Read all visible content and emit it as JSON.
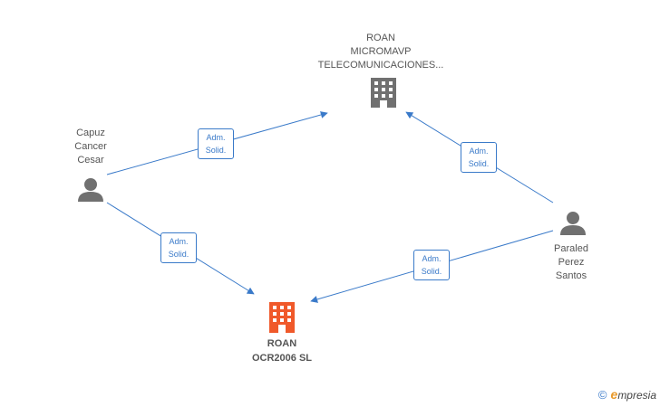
{
  "nodes": {
    "company_top": {
      "lines": "ROAN\nMICROMAVP\nTELECOMUNICACIONES..."
    },
    "company_main": {
      "lines": "ROAN\nOCR2006 SL"
    },
    "person_left": {
      "lines": "Capuz\nCancer\nCesar"
    },
    "person_right": {
      "lines": "Paraled\nPerez\nSantos"
    }
  },
  "edges": [
    {
      "from": "person_left",
      "to": "company_top",
      "line1": "Adm.",
      "line2": "Solid."
    },
    {
      "from": "person_left",
      "to": "company_main",
      "line1": "Adm.",
      "line2": "Solid."
    },
    {
      "from": "person_right",
      "to": "company_top",
      "line1": "Adm.",
      "line2": "Solid."
    },
    {
      "from": "person_right",
      "to": "company_main",
      "line1": "Adm.",
      "line2": "Solid."
    }
  ],
  "footer": {
    "copyright": "©",
    "brand_initial": "e",
    "brand_rest": "mpresia"
  },
  "colors": {
    "edge": "#3a7ac9",
    "building_main": "#f0592a",
    "building_other": "#707070",
    "person": "#707070"
  }
}
